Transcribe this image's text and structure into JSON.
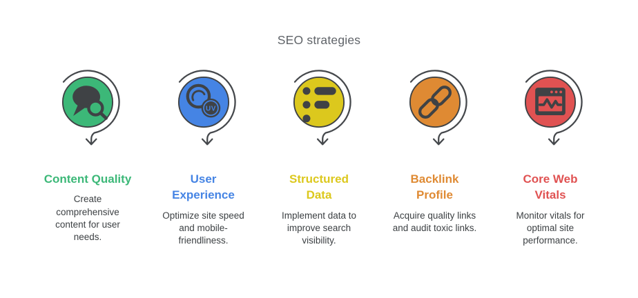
{
  "title": "SEO strategies",
  "colors": {
    "bg": "#ffffff",
    "outline": "#45484c",
    "glyph": "#3f4245",
    "heading": "#5f6368",
    "body": "#3c4043"
  },
  "items": [
    {
      "title": "Content Quality",
      "description": "Create comprehensive content for user needs.",
      "color": "#3cb878",
      "icon": "chat-search-icon"
    },
    {
      "title": "User Experience",
      "description": "Optimize site speed and mobile-friendliness.",
      "color": "#4584e4",
      "icon": "uv-index-gauge-icon",
      "badge_label": "UV"
    },
    {
      "title": "Structured Data",
      "description": "Implement data to improve search visibility.",
      "color": "#dcc81d",
      "icon": "data-list-icon"
    },
    {
      "title": "Backlink Profile",
      "description": "Acquire quality links and audit toxic links.",
      "color": "#df8a33",
      "icon": "chain-link-icon"
    },
    {
      "title": "Core Web Vitals",
      "description": "Monitor vitals for optimal site performance.",
      "color": "#e05252",
      "icon": "browser-pulse-icon"
    }
  ]
}
